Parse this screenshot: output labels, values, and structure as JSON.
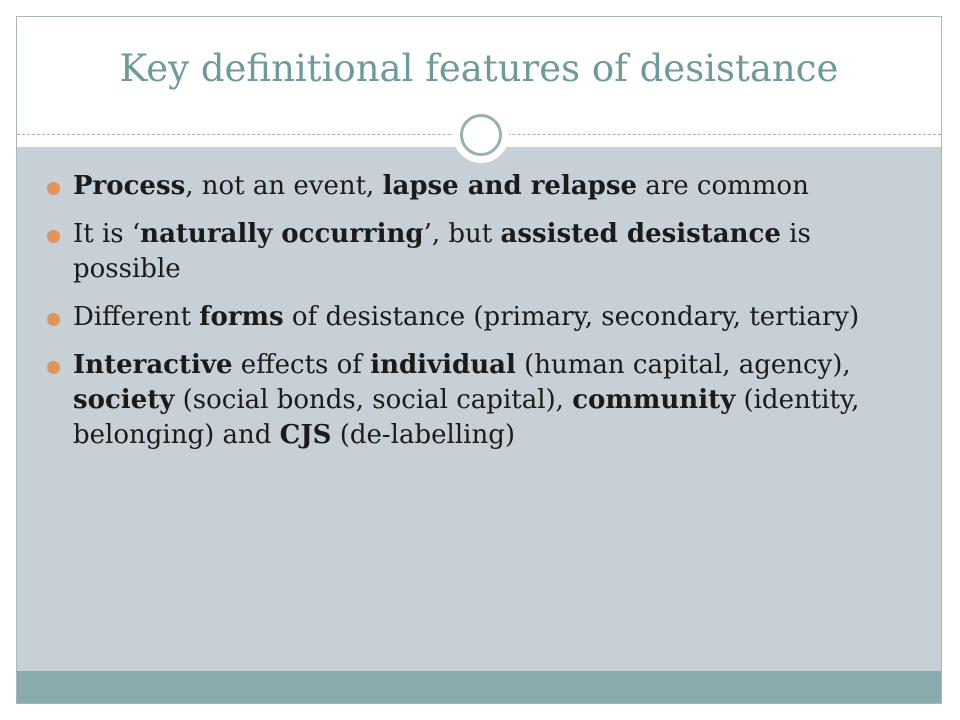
{
  "slide": {
    "title": "Key definitional features of desistance",
    "accent_colors": {
      "title": "#6f9a9a",
      "content_bg": "#c6d0d6",
      "bottom_band": "#8aabab",
      "bullet": "#e0935a"
    },
    "icons": {
      "ornament": "circle-ring-icon",
      "bullet": "bullet-dot-icon"
    },
    "bullets": [
      {
        "segments": [
          {
            "text": "Process",
            "bold": true
          },
          {
            "text": ", not an event, ",
            "bold": false
          },
          {
            "text": "lapse and relapse",
            "bold": true
          },
          {
            "text": " are common",
            "bold": false
          }
        ]
      },
      {
        "segments": [
          {
            "text": "It is ‘",
            "bold": false
          },
          {
            "text": "naturally occurring",
            "bold": true
          },
          {
            "text": "’, but ",
            "bold": false
          },
          {
            "text": "assisted desistance",
            "bold": true
          },
          {
            "text": " is possible",
            "bold": false
          }
        ]
      },
      {
        "segments": [
          {
            "text": "Different ",
            "bold": false
          },
          {
            "text": "forms",
            "bold": true
          },
          {
            "text": " of desistance (primary, secondary, tertiary)",
            "bold": false
          }
        ]
      },
      {
        "segments": [
          {
            "text": "Interactive",
            "bold": true
          },
          {
            "text": " effects of ",
            "bold": false
          },
          {
            "text": "individual",
            "bold": true
          },
          {
            "text": " (human capital, agency), ",
            "bold": false
          },
          {
            "text": "society",
            "bold": true
          },
          {
            "text": " (social bonds, social capital), ",
            "bold": false
          },
          {
            "text": "community",
            "bold": true
          },
          {
            "text": " (identity, belonging) and ",
            "bold": false
          },
          {
            "text": "CJS",
            "bold": true
          },
          {
            "text": " (de-labelling)",
            "bold": false
          }
        ]
      }
    ]
  }
}
